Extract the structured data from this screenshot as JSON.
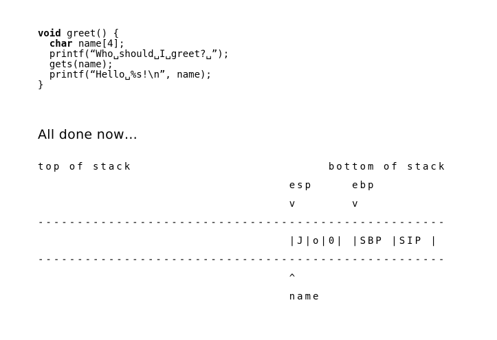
{
  "code": {
    "line1": {
      "kw": "void",
      "rest": " greet() {"
    },
    "line2": {
      "pre": "  ",
      "kw": "char",
      "rest": " name[4];"
    },
    "line3": "  printf(“Who␣should␣I␣greet?␣”);",
    "line4": "  gets(name);",
    "line5": "  printf(“Hello␣%s!\\n”, name);",
    "line6": "}"
  },
  "caption": "All done now…",
  "diagram": {
    "lines": [
      "top of stack                         bottom of stack",
      "                                esp     ebp",
      "                                v       v",
      "----------------------------------------------------",
      "                                |J|o|0| |SBP |SIP |",
      "----------------------------------------------------",
      "                                ^",
      "                                name"
    ]
  }
}
